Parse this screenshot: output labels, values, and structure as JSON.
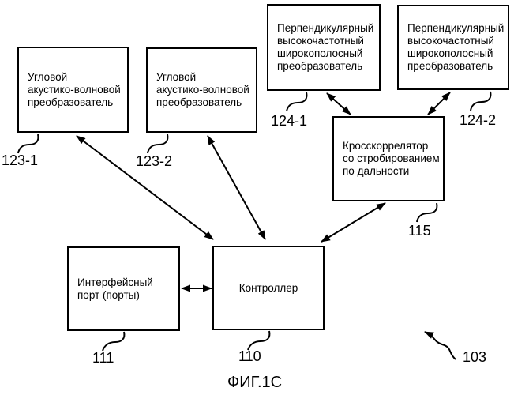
{
  "figure": {
    "caption": "ФИГ.1С",
    "system_ref": "103"
  },
  "blocks": {
    "angular_transducer_1": {
      "lines": [
        "Угловой",
        "акустико-волновой",
        "преобразователь"
      ],
      "ref": "123-1"
    },
    "angular_transducer_2": {
      "lines": [
        "Угловой",
        "акустико-волновой",
        "преобразователь"
      ],
      "ref": "123-2"
    },
    "perpendicular_transducer_1": {
      "lines": [
        "Перпендикулярный",
        "высокочастотный",
        "широкополосный",
        "преобразователь"
      ],
      "ref": "124-1"
    },
    "perpendicular_transducer_2": {
      "lines": [
        "Перпендикулярный",
        "высокочастотный",
        "широкополосный",
        "преобразователь"
      ],
      "ref": "124-2"
    },
    "cross_correlator": {
      "lines": [
        "Кросскоррелятор",
        "со стробированием",
        "по дальности"
      ],
      "ref": "115"
    },
    "interface_port": {
      "lines": [
        "Интерфейсный",
        "порт (порты)"
      ],
      "ref": "111"
    },
    "controller": {
      "lines": [
        "Контроллер"
      ],
      "ref": "110"
    }
  },
  "colors": {
    "line": "#000000",
    "background": "#ffffff"
  }
}
